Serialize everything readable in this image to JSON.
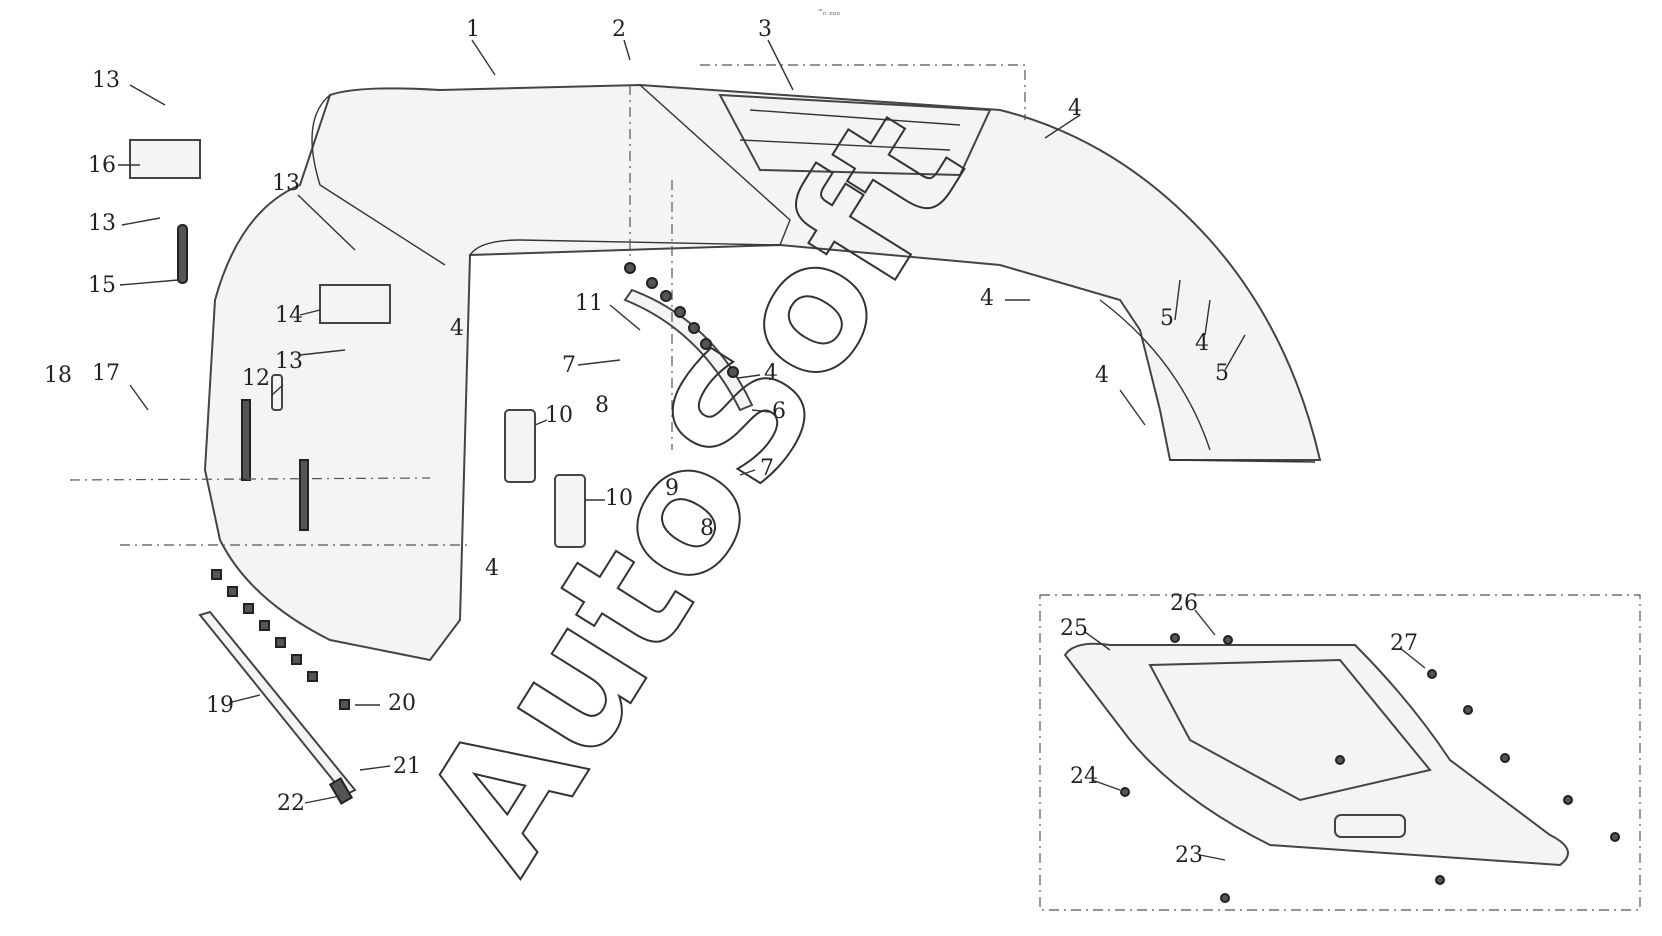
{
  "diagram": {
    "header_mark": "⁼ₙ ₒₒₒ",
    "watermark": "AutoSoft",
    "callouts": [
      "1",
      "2",
      "3",
      "4",
      "4",
      "4",
      "4",
      "4",
      "4",
      "4",
      "5",
      "5",
      "6",
      "7",
      "7",
      "8",
      "8",
      "9",
      "10",
      "10",
      "11",
      "12",
      "13",
      "13",
      "13",
      "13",
      "14",
      "15",
      "16",
      "17",
      "18",
      "19",
      "20",
      "21",
      "22",
      "23",
      "24",
      "25",
      "26",
      "27"
    ]
  }
}
